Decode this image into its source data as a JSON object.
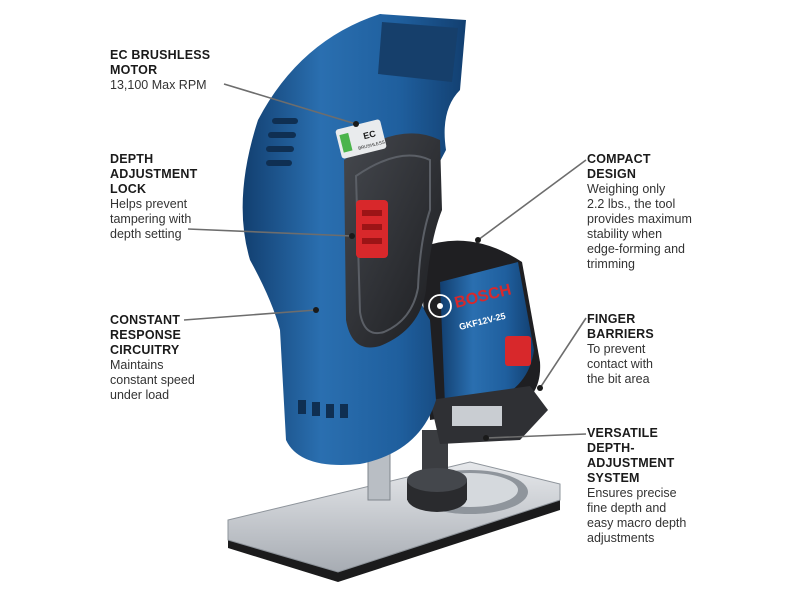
{
  "callouts": {
    "motor": {
      "heading_lines": [
        "EC BRUSHLESS",
        "MOTOR"
      ],
      "desc_lines": [
        "13,100 Max RPM"
      ]
    },
    "depth_lock": {
      "heading_lines": [
        "DEPTH",
        "ADJUSTMENT",
        "LOCK"
      ],
      "desc_lines": [
        "Helps prevent",
        "tampering with",
        "depth setting"
      ]
    },
    "circuitry": {
      "heading_lines": [
        "CONSTANT",
        "RESPONSE",
        "CIRCUITRY"
      ],
      "desc_lines": [
        "Maintains",
        "constant speed",
        "under load"
      ]
    },
    "compact": {
      "heading_lines": [
        "COMPACT",
        "DESIGN"
      ],
      "desc_lines": [
        "Weighing only",
        "2.2 lbs., the tool",
        "provides maximum",
        "stability when",
        "edge-forming and",
        "trimming"
      ]
    },
    "finger": {
      "heading_lines": [
        "FINGER",
        "BARRIERS"
      ],
      "desc_lines": [
        "To prevent",
        "contact with",
        "the bit area"
      ]
    },
    "depth_system": {
      "heading_lines": [
        "VERSATILE",
        "DEPTH-",
        "ADJUSTMENT",
        "SYSTEM"
      ],
      "desc_lines": [
        "Ensures precise",
        "fine depth and",
        "easy macro depth",
        "adjustments"
      ]
    }
  },
  "product": {
    "brand": "BOSCH",
    "model": "GKF12V-25",
    "ec_badge": "EC",
    "ec_badge_sub": "BRUSHLESS"
  },
  "colors": {
    "body_blue": "#1f5f9e",
    "grip_dark": "#2b2d31",
    "lock_red": "#d8282b",
    "base_silver": "#c7cbd0",
    "brand_red": "#d8282b"
  }
}
